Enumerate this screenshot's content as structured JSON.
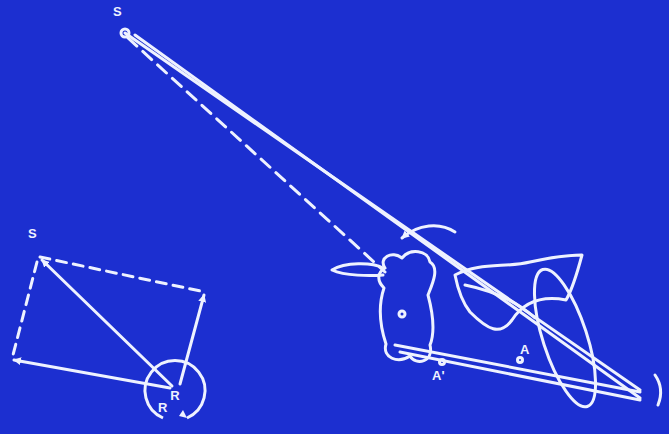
{
  "diagram": {
    "nodes": [
      {
        "text": [
          "R"
        ]
      }
    ],
    "labels": [
      "S",
      "S",
      "R",
      "A",
      "A'"
    ]
  }
}
